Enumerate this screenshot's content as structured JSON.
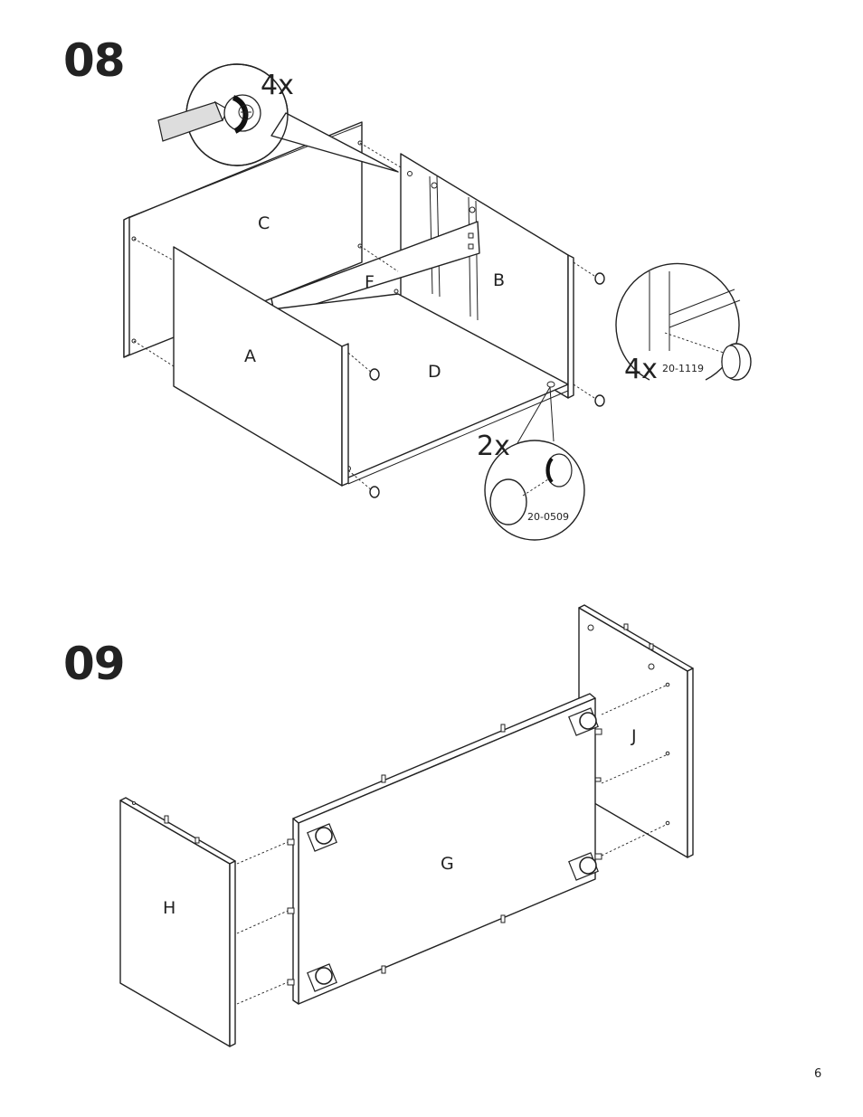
{
  "steps": [
    {
      "number": "08",
      "parts": {
        "a": "A",
        "b": "B",
        "c": "C",
        "d": "D",
        "f": "F"
      },
      "callouts": {
        "screw_qty": "4x",
        "glide_qty": "4x",
        "glide_code": "20-1119",
        "cap_qty": "2x",
        "cap_code": "20-0509"
      }
    },
    {
      "number": "09",
      "parts": {
        "g": "G",
        "h": "H",
        "j": "J"
      }
    }
  ],
  "page_number": "6",
  "colors": {
    "line": "#222222",
    "background": "#ffffff"
  },
  "icons": [
    "screwdriver-icon",
    "cam-lock-icon",
    "glide-icon",
    "cover-cap-icon",
    "caster-icon",
    "dowel-icon"
  ]
}
